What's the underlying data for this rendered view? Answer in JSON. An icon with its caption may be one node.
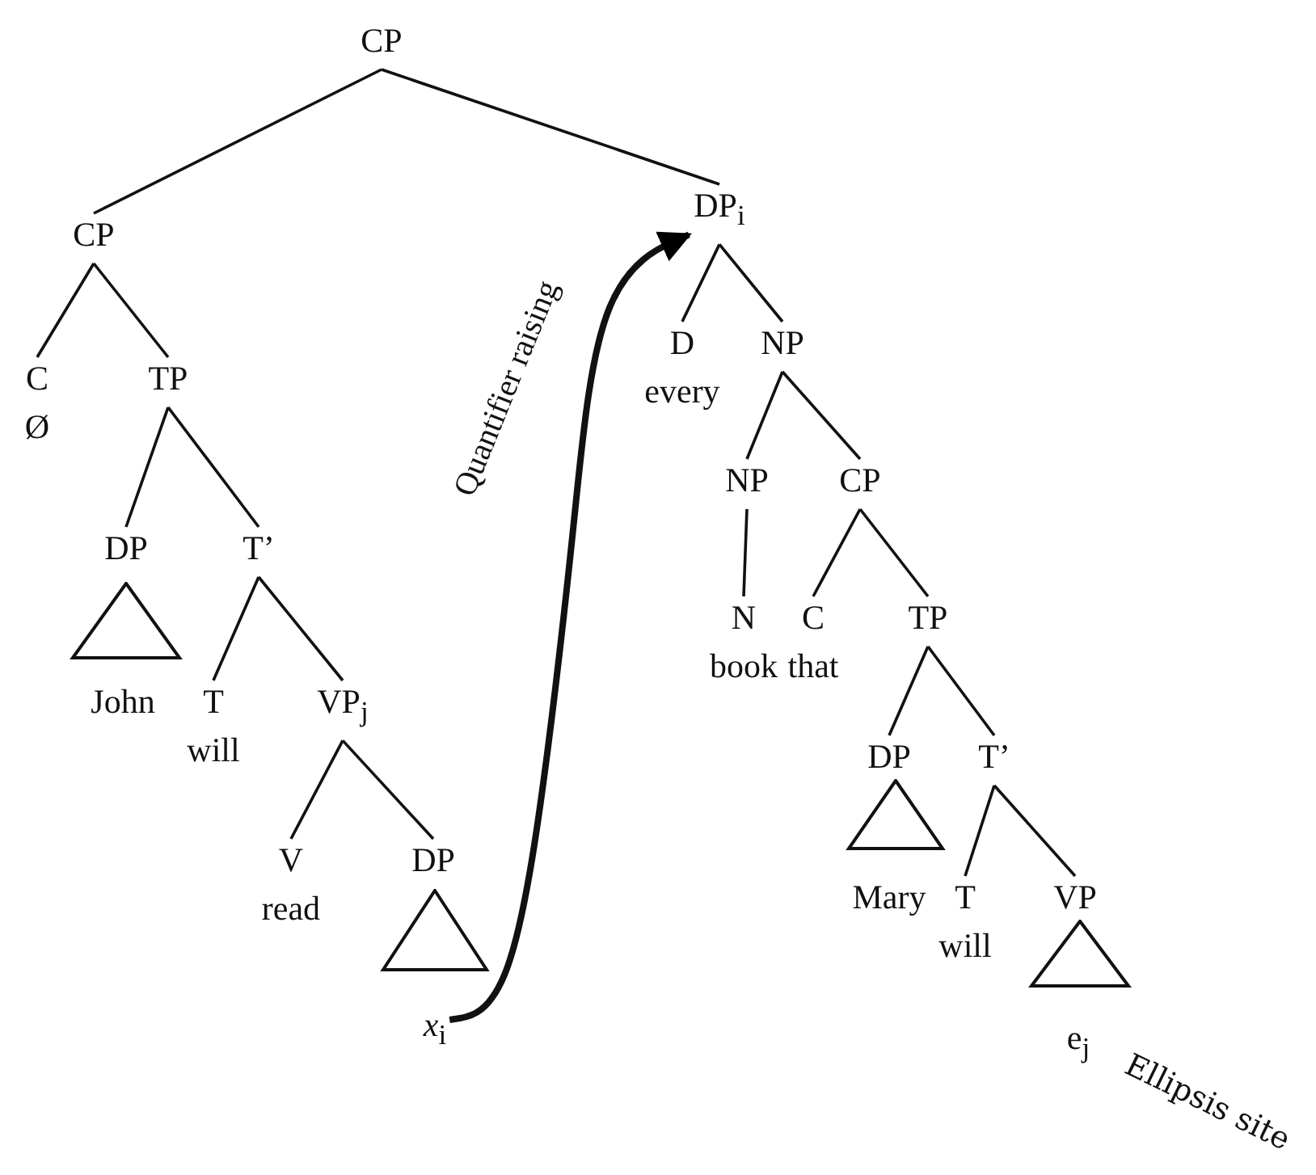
{
  "diagram": {
    "nodes": [
      {
        "text": [
          "CP"
        ]
      },
      {
        "text": [
          "CP"
        ]
      },
      {
        "text": [
          "C",
          "Ø"
        ]
      },
      {
        "text": [
          "TP"
        ]
      },
      {
        "text": [
          "DP"
        ]
      },
      {
        "text": [],
        "shape": "triangle"
      },
      {
        "text": [
          "John"
        ]
      },
      {
        "text": [
          "T’"
        ]
      },
      {
        "text": [
          "T",
          "will"
        ]
      },
      {
        "text": [
          "VP$_{j}$"
        ]
      },
      {
        "text": [
          "V",
          "read"
        ]
      },
      {
        "text": [
          "DP"
        ]
      },
      {
        "text": [],
        "shape": "triangle"
      },
      {
        "text": [
          "*x*$_{i}$"
        ]
      },
      {
        "text": [
          "DP$_{i}$"
        ]
      },
      {
        "text": [
          "D",
          "every"
        ]
      },
      {
        "text": [
          "NP"
        ]
      },
      {
        "text": [
          "NP"
        ]
      },
      {
        "text": [
          "CP"
        ]
      },
      {
        "text": [
          "N",
          "book"
        ]
      },
      {
        "text": [
          "C",
          "that"
        ]
      },
      {
        "text": [
          "TP"
        ]
      },
      {
        "text": [
          "DP"
        ]
      },
      {
        "text": [],
        "shape": "triangle"
      },
      {
        "text": [
          "Mary"
        ]
      },
      {
        "text": [
          "T’"
        ]
      },
      {
        "text": [
          "T",
          "will"
        ]
      },
      {
        "text": [
          "VP"
        ]
      },
      {
        "text": [],
        "shape": "triangle"
      },
      {
        "text": [
          "e$_{j}$"
        ]
      }
    ],
    "edges": [
      {
        "from": 0,
        "to": 1,
        "arrow": "none"
      },
      {
        "from": 0,
        "to": 14,
        "arrow": "none"
      },
      {
        "from": 1,
        "to": 2,
        "arrow": "none"
      },
      {
        "from": 1,
        "to": 3,
        "arrow": "none"
      },
      {
        "from": 3,
        "to": 4,
        "arrow": "none"
      },
      {
        "from": 3,
        "to": 7,
        "arrow": "none"
      },
      {
        "from": 7,
        "to": 8,
        "arrow": "none"
      },
      {
        "from": 7,
        "to": 9,
        "arrow": "none"
      },
      {
        "from": 9,
        "to": 10,
        "arrow": "none"
      },
      {
        "from": 9,
        "to": 11,
        "arrow": "none"
      },
      {
        "from": 14,
        "to": 15,
        "arrow": "none"
      },
      {
        "from": 14,
        "to": 16,
        "arrow": "none"
      },
      {
        "from": 16,
        "to": 17,
        "arrow": "none"
      },
      {
        "from": 16,
        "to": 18,
        "arrow": "none"
      },
      {
        "from": 17,
        "to": 19,
        "arrow": "none"
      },
      {
        "from": 18,
        "to": 20,
        "arrow": "none"
      },
      {
        "from": 18,
        "to": 21,
        "arrow": "none"
      },
      {
        "from": 21,
        "to": 22,
        "arrow": "none"
      },
      {
        "from": 21,
        "to": 25,
        "arrow": "none"
      },
      {
        "from": 25,
        "to": 26,
        "arrow": "none"
      },
      {
        "from": 25,
        "to": 27,
        "arrow": "none"
      },
      {
        "from": 13,
        "to": 14,
        "arrow": "to",
        "style": "thick",
        "label": "Quantifier raising"
      }
    ],
    "labels": [
      "Ellipsis site"
    ]
  }
}
